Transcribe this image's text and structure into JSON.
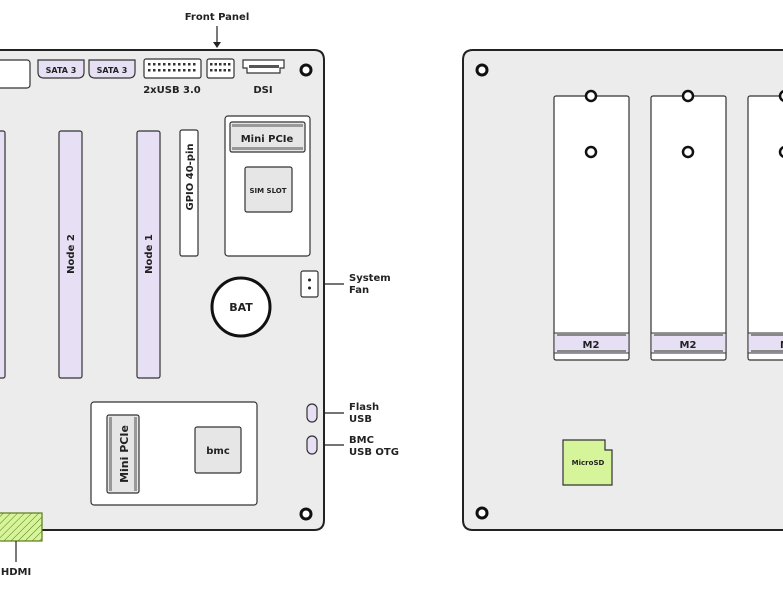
{
  "labels": {
    "front_panel": "Front Panel",
    "sata_a": "SATA 3",
    "sata_b": "SATA 3",
    "usb3": "2xUSB 3.0",
    "dsi": "DSI",
    "mini_pcie_top": "Mini PCIe",
    "sim_slot": "SIM SLOT",
    "gpio": "GPIO 40-pin",
    "node2": "Node 2",
    "node1": "Node 1",
    "bat": "BAT",
    "system_fan": "System\nFan",
    "flash_usb": "Flash\nUSB",
    "bmc_usb_otg": "BMC\nUSB OTG",
    "mini_pcie_bottom": "Mini PCIe",
    "bmc": "bmc",
    "hdmi": "HDMI",
    "m2": [
      "M2",
      "M2",
      "M"
    ],
    "microsd": "MicroSD"
  },
  "colors": {
    "board": "#ececec",
    "slot": "#e7e0f5",
    "microsd": "#d6f59a",
    "hdmi": "#d6f59a",
    "outline": "#222222"
  }
}
